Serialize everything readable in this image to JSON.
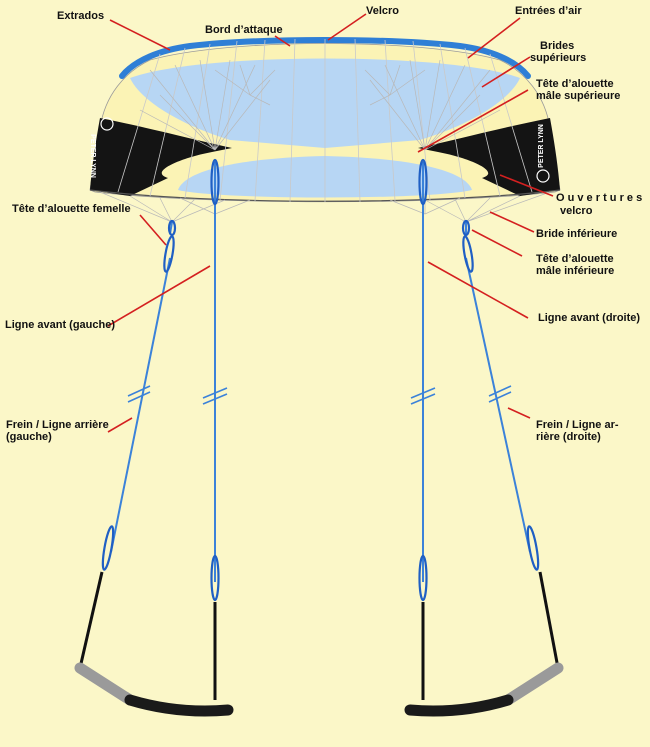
{
  "labels": {
    "extrados": "Extrados",
    "bord_attaque": "Bord d’attaque",
    "velcro": "Velcro",
    "entrees_air": "Entrées d’air",
    "brides_sup_1": "Brides",
    "brides_sup_2": "supérieurs",
    "tete_male_sup_1": "Tête d’alouette",
    "tete_male_sup_2": "mâle supérieure",
    "ouvertures_1": "O u v e r t u r e s",
    "ouvertures_2": "velcro",
    "tete_femelle": "Tête d’alouette femelle",
    "bride_inf": "Bride inférieure",
    "tete_male_inf_1": "Tête    d’alouette",
    "tete_male_inf_2": "mâle inférieure",
    "ligne_avant_g": "Ligne avant (gauche)",
    "ligne_avant_d": "Ligne avant (droite)",
    "frein_g_1": "Frein / Ligne arrière",
    "frein_g_2": "(gauche)",
    "frein_d_1": "Frein  /  Ligne  ar-",
    "frein_d_2": "rière (droite)"
  },
  "kite_brand": "PETER LYNN",
  "colors": {
    "background": "#fbf7c8",
    "leading_edge": "#2f7fd6",
    "sail_blue": "#b7d6f4",
    "sail_cream": "#fbf3b5",
    "wingtip": "#141414",
    "line": "#3b82d9",
    "pointer": "#d42020",
    "handle": "#1a1a1a",
    "handle_grip": "#9a9a9a"
  }
}
